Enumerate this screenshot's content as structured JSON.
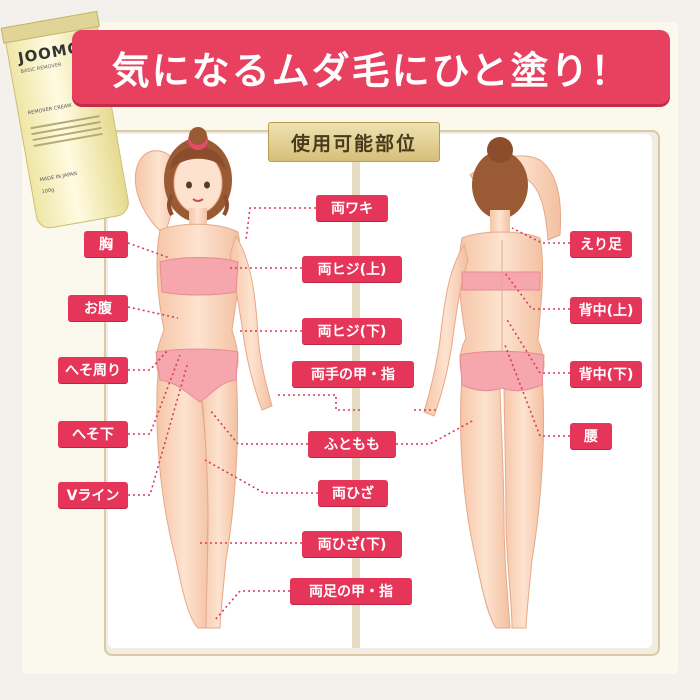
{
  "title": "気になるムダ毛にひと塗り！",
  "subtitle": "使用可能部位",
  "product": {
    "brand": "JOOMO",
    "subtitle": "BASIC REMOVER",
    "cream_label": "REMOVER CREAM",
    "origin": "MADE IN JAPAN",
    "weight": "100g"
  },
  "labels": {
    "left": [
      "胸",
      "お腹",
      "へそ周り",
      "へそ下",
      "Vライン"
    ],
    "center": [
      "両ワキ",
      "両ヒジ(上)",
      "両ヒジ(下)",
      "両手の甲・指",
      "ふともも",
      "両ひざ",
      "両ひざ(下)",
      "両足の甲・指"
    ],
    "right": [
      "えり足",
      "背中(上)",
      "背中(下)",
      "腰"
    ]
  },
  "colors": {
    "accent": "#e5365a",
    "banner": "#e7415f",
    "badge": "#d6bf79",
    "skin": "#fbd9c2",
    "swimsuit": "#f6a6ad",
    "hair": "#9a5a34",
    "dotted_line": "#d43c5a"
  }
}
